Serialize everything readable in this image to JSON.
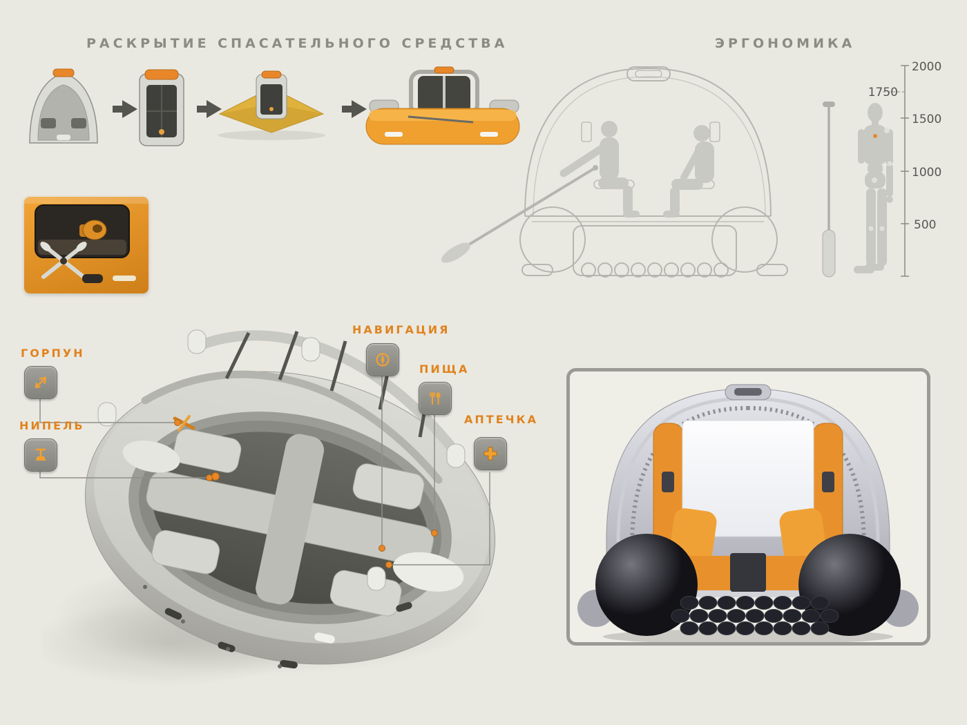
{
  "titles": {
    "deployment": "РАСКРЫТИЕ СПАСАТЕЛЬНОГО СРЕДСТВА",
    "ergonomics": "ЭРГОНОМИКА"
  },
  "ergonomics": {
    "scale_labels": [
      "2000",
      "1750",
      "1500",
      "1000",
      "500"
    ]
  },
  "callouts": {
    "harpoon": {
      "label": "ГОРПУН",
      "icon": "harpoon-icon"
    },
    "valve": {
      "label": "НИПЕЛЬ",
      "icon": "pump-icon"
    },
    "navigation": {
      "label": "НАВИГАЦИЯ",
      "icon": "compass-icon"
    },
    "food": {
      "label": "ПИЩА",
      "icon": "cutlery-icon"
    },
    "first_aid": {
      "label": "АПТЕЧКА",
      "icon": "medical-cross-icon"
    }
  },
  "colors": {
    "background": "#eae9e1",
    "accent_orange": "#e8872a",
    "raft_orange": "#efa02f",
    "title_gray": "#8b8b81",
    "line_gray": "#8f8f89"
  }
}
